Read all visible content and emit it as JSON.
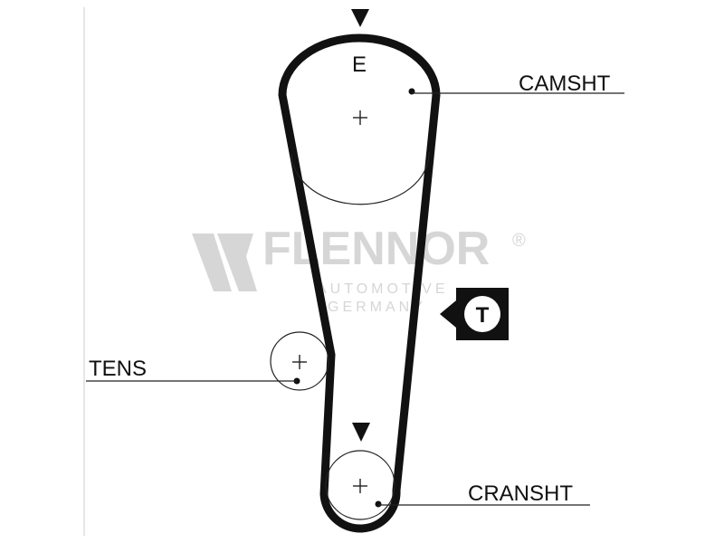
{
  "colors": {
    "belt": "#111111",
    "ink": "#111111",
    "watermark": "#d6d6d6",
    "background": "#ffffff"
  },
  "pulleys": {
    "camshaft": {
      "label": "CAMSHT",
      "mark_letter": "E"
    },
    "tensioner": {
      "label": "TENS"
    },
    "crankshaft": {
      "label": "CRANSHT"
    }
  },
  "tooth_badge": {
    "letter": "T"
  },
  "watermark": {
    "brand": "FLENNOR",
    "registered": "®",
    "line1": "AUTOMOTIVE",
    "line2": "GERMANY"
  }
}
